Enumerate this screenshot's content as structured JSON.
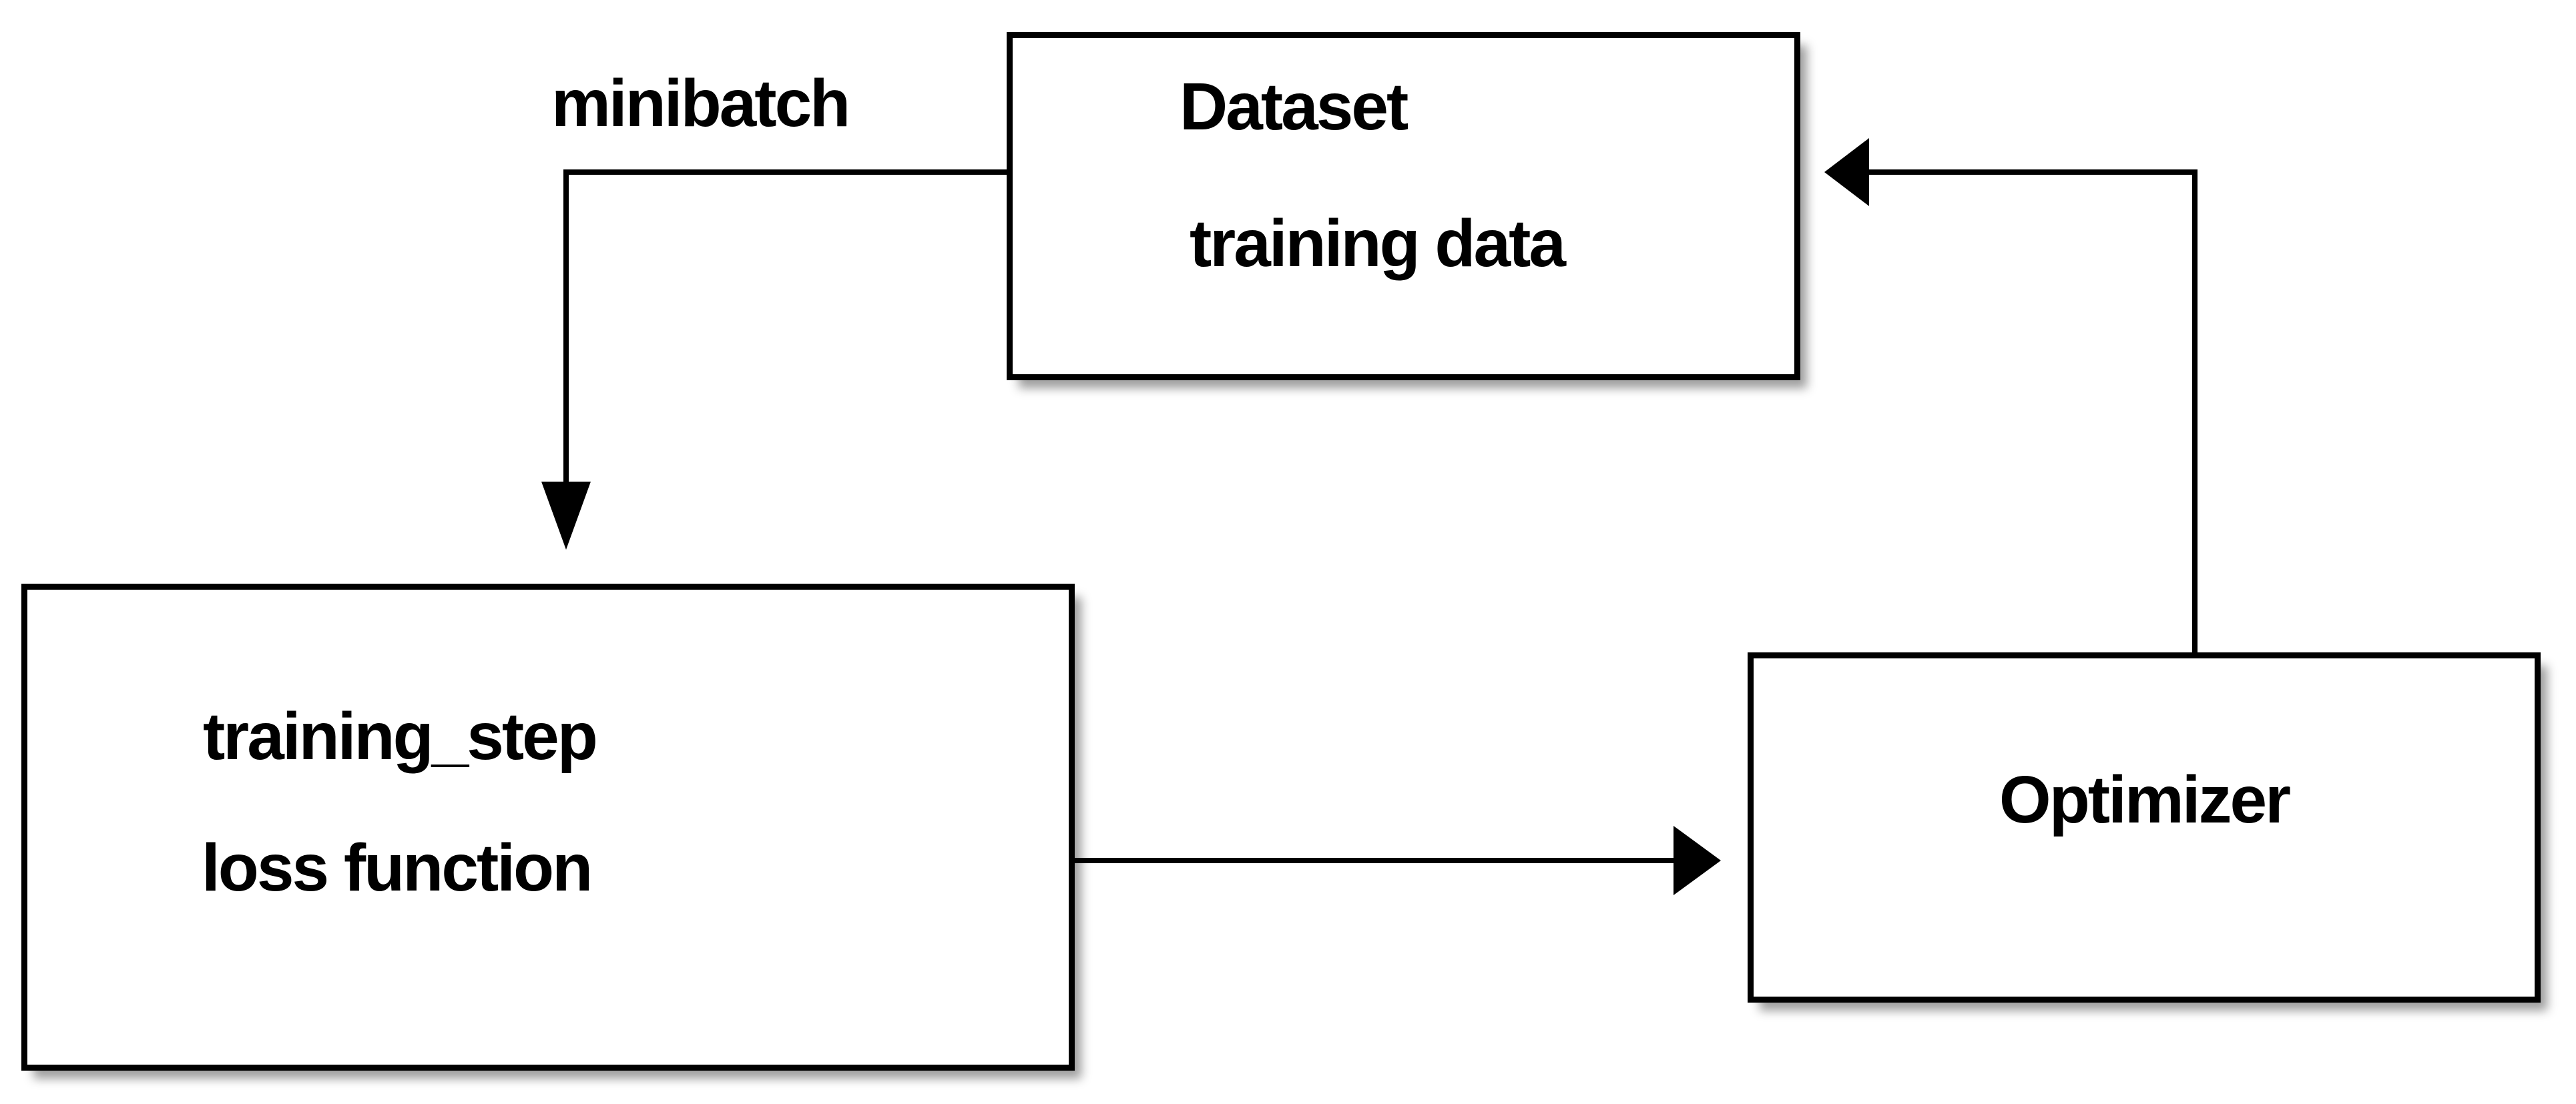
{
  "diagram": {
    "type": "flowchart",
    "background_color": "#ffffff",
    "stroke_color": "#000000",
    "text_color": "#000000",
    "nodes": [
      {
        "id": "dataset",
        "lines": [
          "Dataset",
          "training data"
        ]
      },
      {
        "id": "training_step",
        "lines": [
          "training_step",
          "loss function"
        ]
      },
      {
        "id": "optimizer",
        "lines": [
          "Optimizer"
        ]
      }
    ],
    "edges": [
      {
        "from": "dataset",
        "to": "training_step",
        "label": "minibatch"
      },
      {
        "from": "training_step",
        "to": "optimizer"
      },
      {
        "from": "optimizer",
        "to": "dataset"
      }
    ]
  }
}
